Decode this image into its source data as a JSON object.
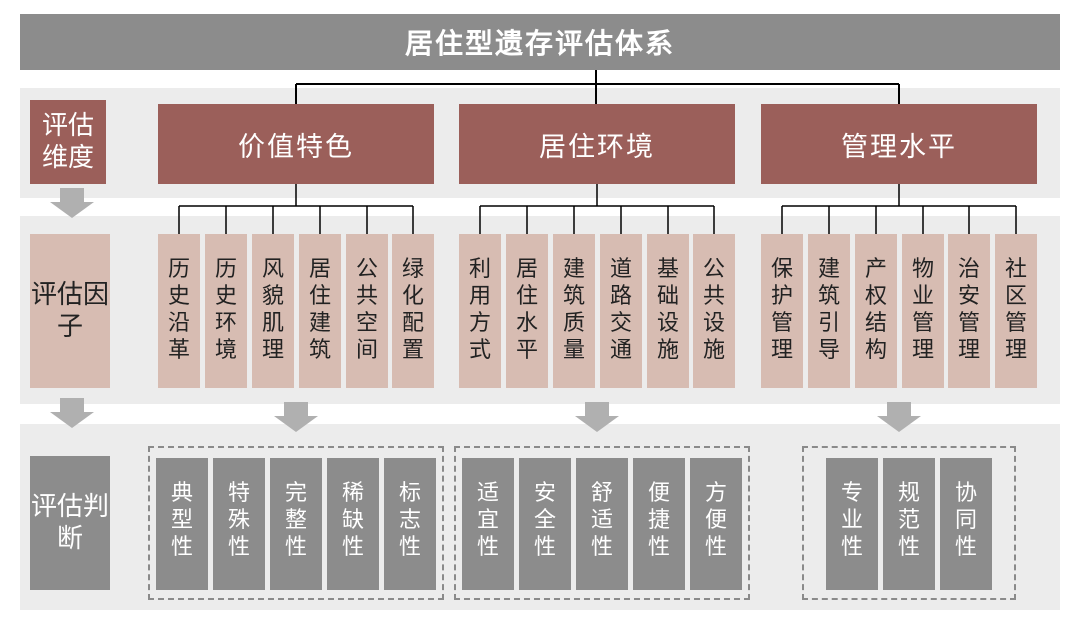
{
  "title": "居住型遗存评估体系",
  "row_labels": {
    "dimension": "评估维度",
    "factor": "评估因子",
    "judgment": "评估判断"
  },
  "categories": [
    {
      "name": "价值特色",
      "factors": [
        "历史沿革",
        "历史环境",
        "风貌肌理",
        "居住建筑",
        "公共空间",
        "绿化配置"
      ],
      "judgments": [
        "典型性",
        "特殊性",
        "完整性",
        "稀缺性",
        "标志性"
      ]
    },
    {
      "name": "居住环境",
      "factors": [
        "利用方式",
        "居住水平",
        "建筑质量",
        "道路交通",
        "基础设施",
        "公共设施"
      ],
      "judgments": [
        "适宜性",
        "安全性",
        "舒适性",
        "便捷性",
        "方便性"
      ]
    },
    {
      "name": "管理水平",
      "factors": [
        "保护管理",
        "建筑引导",
        "产权结构",
        "物业管理",
        "治安管理",
        "社区管理"
      ],
      "judgments": [
        "专业性",
        "规范性",
        "协同性"
      ]
    }
  ],
  "colors": {
    "title_bg": "#8c8c8c",
    "category_bg": "#9b5f5a",
    "factor_bg": "#d7bcb2",
    "judgment_bg": "#8c8c8c",
    "band_bg": "#ececec",
    "arrow": "#b0b0b0"
  }
}
